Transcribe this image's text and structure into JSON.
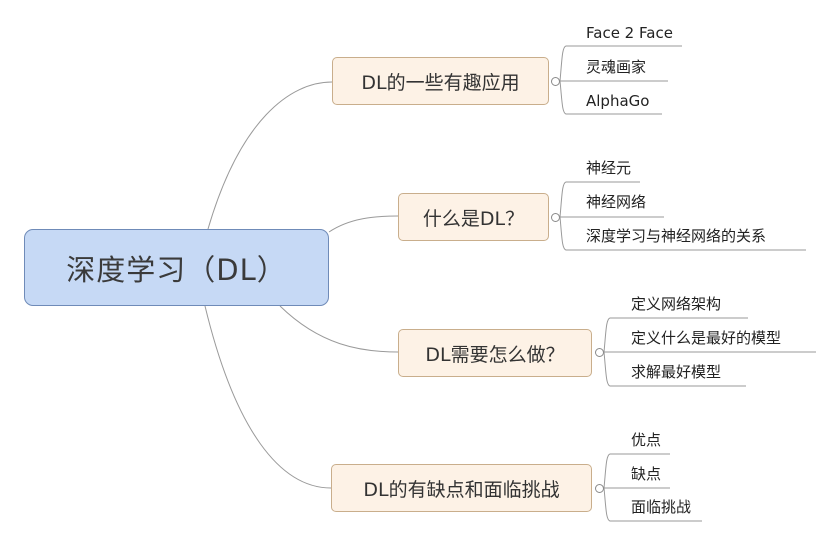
{
  "mindmap": {
    "root": {
      "label": "深度学习（DL）"
    },
    "branches": [
      {
        "label": "DL的一些有趣应用",
        "children": [
          "Face 2 Face",
          "灵魂画家",
          "AlphaGo"
        ]
      },
      {
        "label": "什么是DL？",
        "children": [
          "神经元",
          "神经网络",
          "深度学习与神经网络的关系"
        ]
      },
      {
        "label": "DL需要怎么做？",
        "children": [
          "定义网络架构",
          "定义什么是最好的模型",
          "求解最好模型"
        ]
      },
      {
        "label": "DL的有缺点和面临挑战",
        "children": [
          "优点",
          "缺点",
          "面临挑战"
        ]
      }
    ]
  },
  "colors": {
    "root_fill": "#c6d9f5",
    "root_border": "#6f8bb8",
    "branch_fill": "#fdf2e6",
    "branch_border": "#c9ae8c",
    "connector": "#9a9a9a"
  }
}
